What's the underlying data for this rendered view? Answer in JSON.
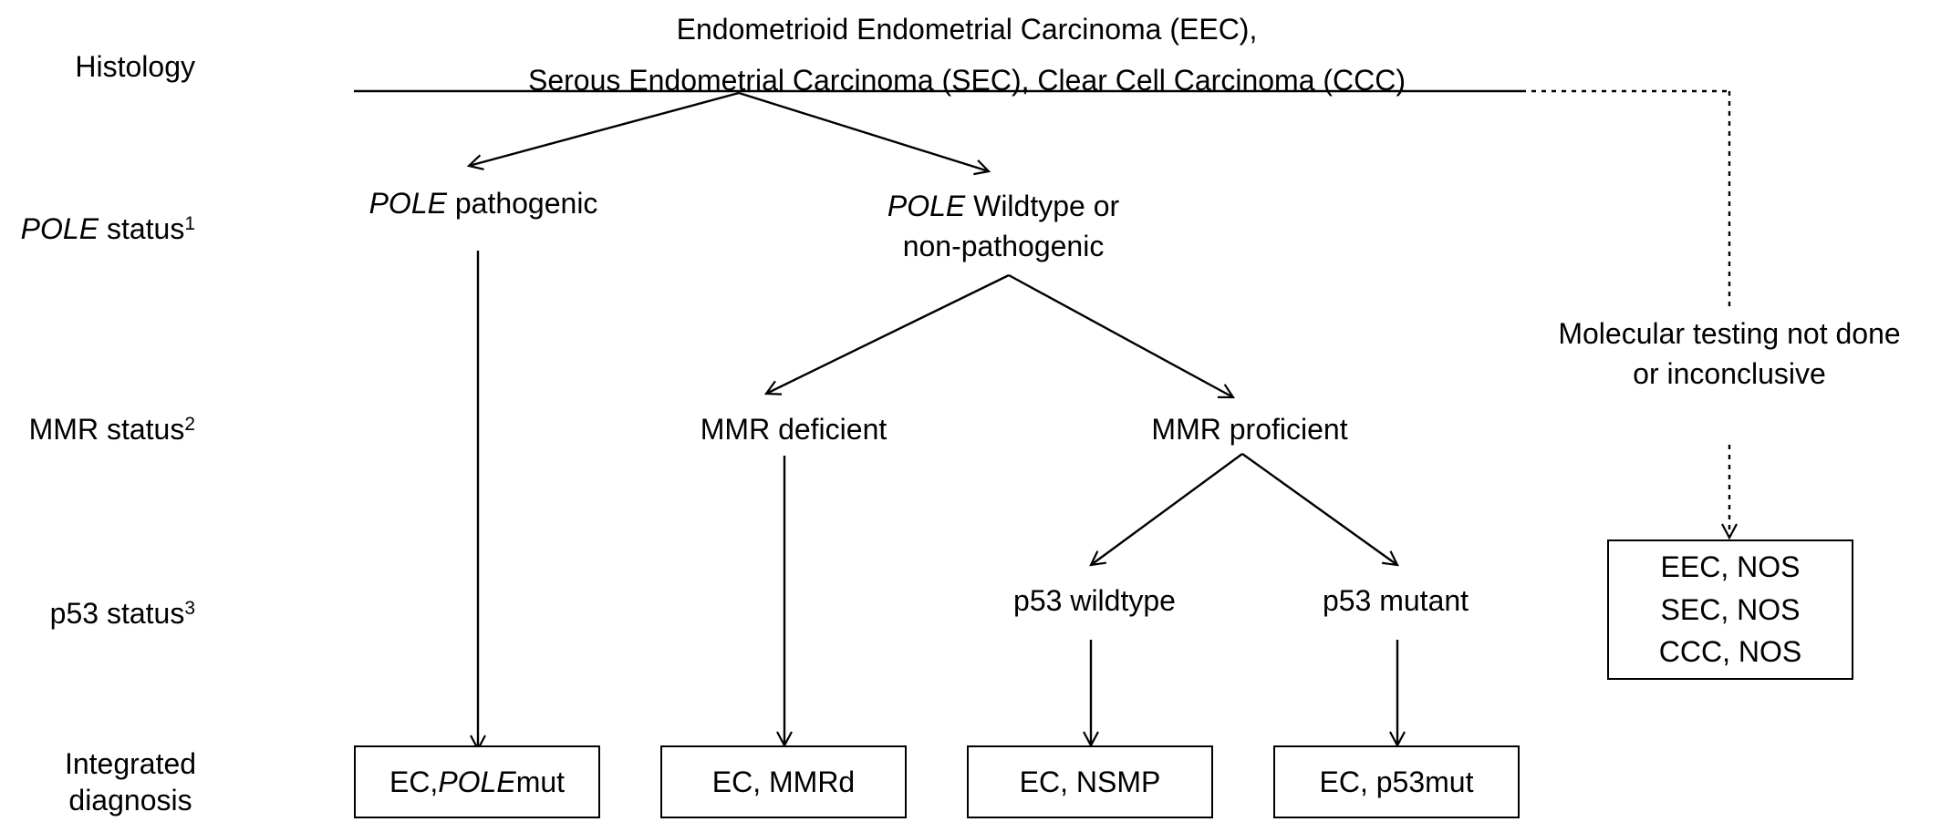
{
  "histology": {
    "title_line1": "Endometrioid Endometrial Carcinoma (EEC),",
    "title_line2": "Serous Endometrial Carcinoma (SEC), Clear Cell Carcinoma (CCC)"
  },
  "row_labels": {
    "histology": "Histology",
    "pole_italic": "POLE",
    "pole_rest": " status",
    "pole_sup": "1",
    "mmr": "MMR status",
    "mmr_sup": "2",
    "p53": "p53 status",
    "p53_sup": "3",
    "integrated_line1": "Integrated",
    "integrated_line2": "diagnosis"
  },
  "nodes": {
    "pole_pathogenic_italic": "POLE",
    "pole_pathogenic_rest": " pathogenic",
    "pole_wildtype_italic": "POLE",
    "pole_wildtype_rest": " Wildtype or",
    "pole_wildtype_line2": "non-pathogenic",
    "mmr_deficient": "MMR deficient",
    "mmr_proficient": "MMR proficient",
    "p53_wildtype": "p53 wildtype",
    "p53_mutant": "p53 mutant",
    "molecular_line1": "Molecular testing not done",
    "molecular_line2": "or inconclusive"
  },
  "outcomes": {
    "polemut_prefix": "EC, ",
    "polemut_italic": "POLE",
    "polemut_suffix": "mut",
    "mmrd": "EC, MMRd",
    "nsmp": "EC, NSMP",
    "p53mut": "EC, p53mut",
    "nos_eec": "EEC, NOS",
    "nos_sec": "SEC, NOS",
    "nos_ccc": "CCC, NOS"
  }
}
